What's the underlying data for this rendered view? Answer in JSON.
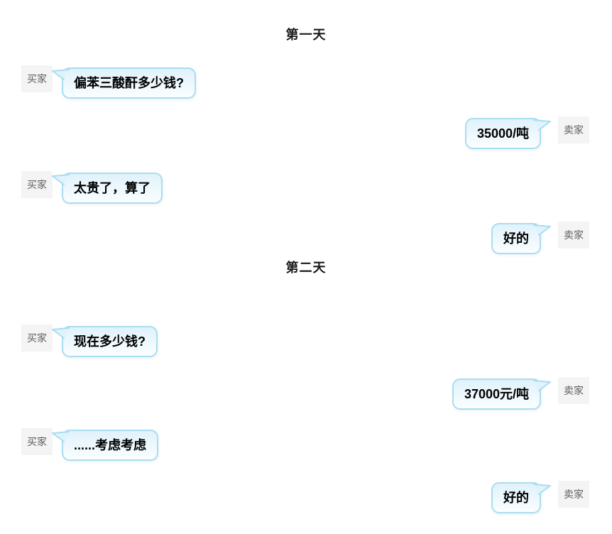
{
  "sections": [
    {
      "title": "第一天"
    },
    {
      "title": "第二天"
    }
  ],
  "roles": {
    "buyer": "买家",
    "seller": "卖家"
  },
  "messages": [
    {
      "speaker": "买家",
      "side": "left",
      "text": "偏苯三酸酐多少钱?"
    },
    {
      "speaker": "卖家",
      "side": "right",
      "text": "35000/吨"
    },
    {
      "speaker": "买家",
      "side": "left",
      "text": "太贵了，算了"
    },
    {
      "speaker": "卖家",
      "side": "right",
      "text": "好的"
    },
    {
      "speaker": "买家",
      "side": "left",
      "text": "现在多少钱?"
    },
    {
      "speaker": "卖家",
      "side": "right",
      "text": "37000元/吨"
    },
    {
      "speaker": "买家",
      "side": "left",
      "text": "......考虑考虑"
    },
    {
      "speaker": "卖家",
      "side": "right",
      "text": "好的"
    }
  ],
  "colors": {
    "bubble_fill_top": "#e0f2fb",
    "bubble_fill_bottom": "#fbfeff",
    "bubble_border": "#a9ddf1",
    "label_background": "#f4f4f4",
    "label_text": "#5f5f5f",
    "message_text": "#000000",
    "title_text": "#1a1a1a",
    "page_background": "#ffffff"
  }
}
